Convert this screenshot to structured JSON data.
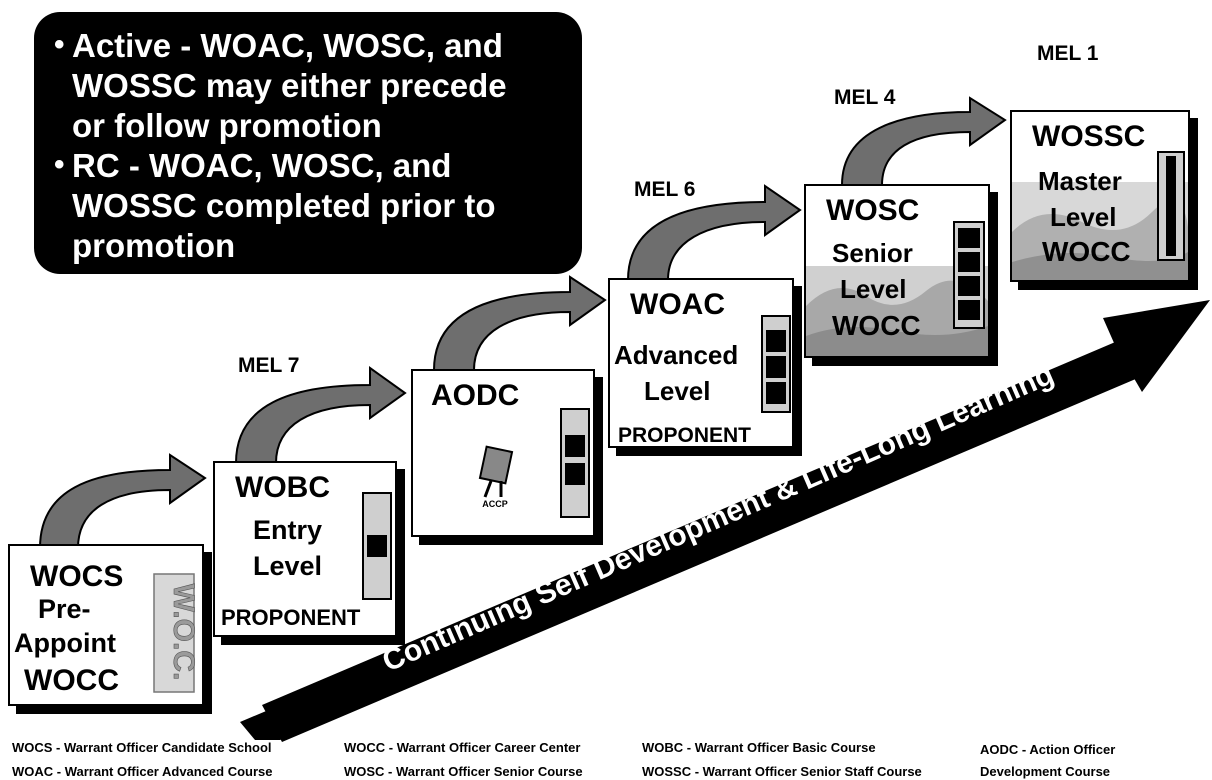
{
  "note": {
    "line1": "Active - WOAC, WOSC, and",
    "line2": "WOSSC may either precede",
    "line3": "or follow promotion",
    "line4": "RC - WOAC, WOSC, and",
    "line5": "WOSSC completed prior to",
    "line6": "promotion"
  },
  "mel_labels": [
    "MEL 7",
    "MEL 6",
    "MEL 4",
    "MEL 1"
  ],
  "cards": {
    "wocs": {
      "title": "WOCS",
      "line2": "Pre-",
      "line3": "Appoint",
      "line4": "WOCC",
      "insignia": "W.O.C."
    },
    "wobc": {
      "title": "WOBC",
      "line2": "Entry",
      "line3": "Level",
      "line4": "PROPONENT"
    },
    "aodc": {
      "title": "AODC",
      "icon_label": "ACCP"
    },
    "woac": {
      "title": "WOAC",
      "line2": "Advanced",
      "line3": "Level",
      "line4": "PROPONENT"
    },
    "wosc": {
      "title": "WOSC",
      "line2": "Senior",
      "line3": "Level",
      "line4": "WOCC"
    },
    "wossc": {
      "title": "WOSSC",
      "line2": "Master",
      "line3": "Level",
      "line4": "WOCC"
    }
  },
  "big_arrow_text": "Continuing Self Development & Life-Long Learning",
  "legend": [
    "WOCS - Warrant Officer Candidate School",
    "WOAC - Warrant Officer Advanced Course",
    "WOCC - Warrant Officer Career Center",
    "WOSC - Warrant Officer Senior Course",
    "WOBC - Warrant Officer Basic Course",
    "WOSSC - Warrant Officer Senior Staff Course",
    "AODC - Action Officer",
    "Development Course"
  ],
  "colors": {
    "arrow_gray": "#6e6e6e",
    "black": "#000000",
    "photo_gray": "#c8c8c8"
  }
}
